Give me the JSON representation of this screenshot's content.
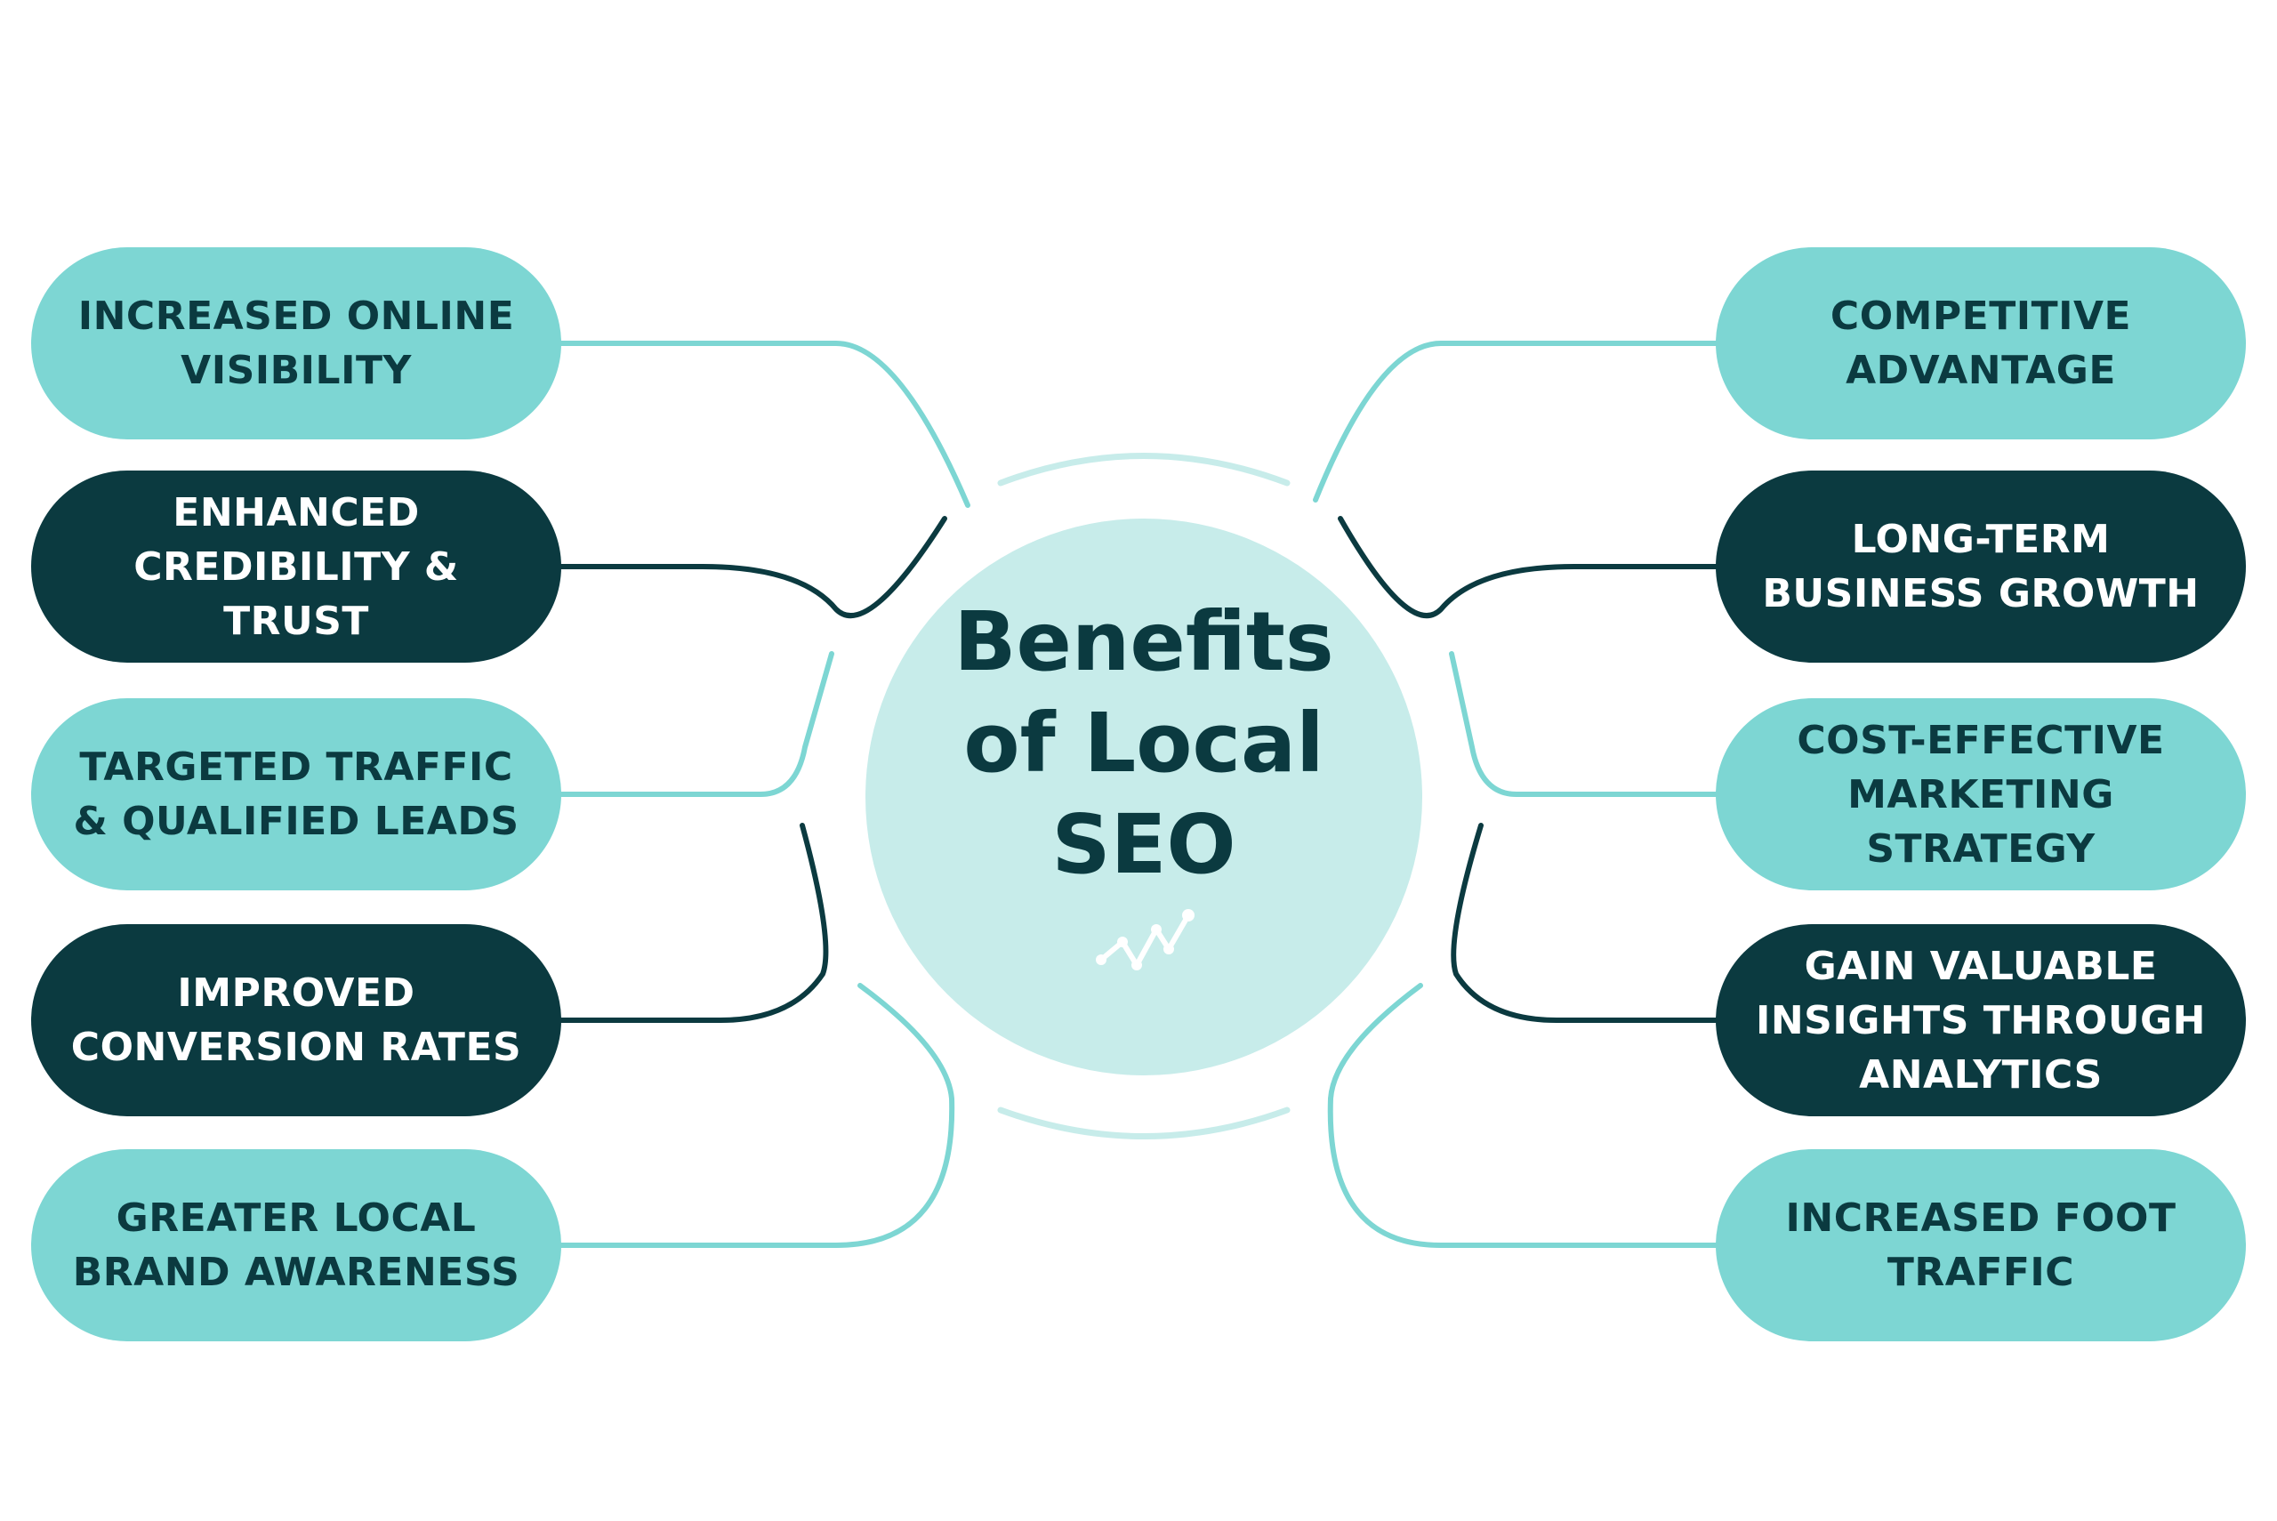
{
  "hub": {
    "title": "Benefits\nof Local\nSEO",
    "icon": "trend-line-icon"
  },
  "colors": {
    "light": "#7dd6d3",
    "dark": "#0b3a40",
    "hub": "#c7ecea",
    "white": "#ffffff"
  },
  "left": [
    {
      "label": "INCREASED ONLINE\nVISIBILITY",
      "style": "light"
    },
    {
      "label": "ENHANCED\nCREDIBILITY & TRUST",
      "style": "dark"
    },
    {
      "label": "TARGETED TRAFFIC\n& QUALIFIED LEADS",
      "style": "light"
    },
    {
      "label": "IMPROVED\nCONVERSION RATES",
      "style": "dark"
    },
    {
      "label": "GREATER LOCAL\nBRAND AWARENESS",
      "style": "light"
    }
  ],
  "right": [
    {
      "label": "COMPETITIVE\nADVANTAGE",
      "style": "light"
    },
    {
      "label": "LONG-TERM\nBUSINESS GROWTH",
      "style": "dark"
    },
    {
      "label": "COST-EFFECTIVE\nMARKETING\nSTRATEGY",
      "style": "light"
    },
    {
      "label": "GAIN VALUABLE\nINSIGHTS THROUGH\nANALYTICS",
      "style": "dark"
    },
    {
      "label": "INCREASED FOOT\nTRAFFIC",
      "style": "light"
    }
  ]
}
